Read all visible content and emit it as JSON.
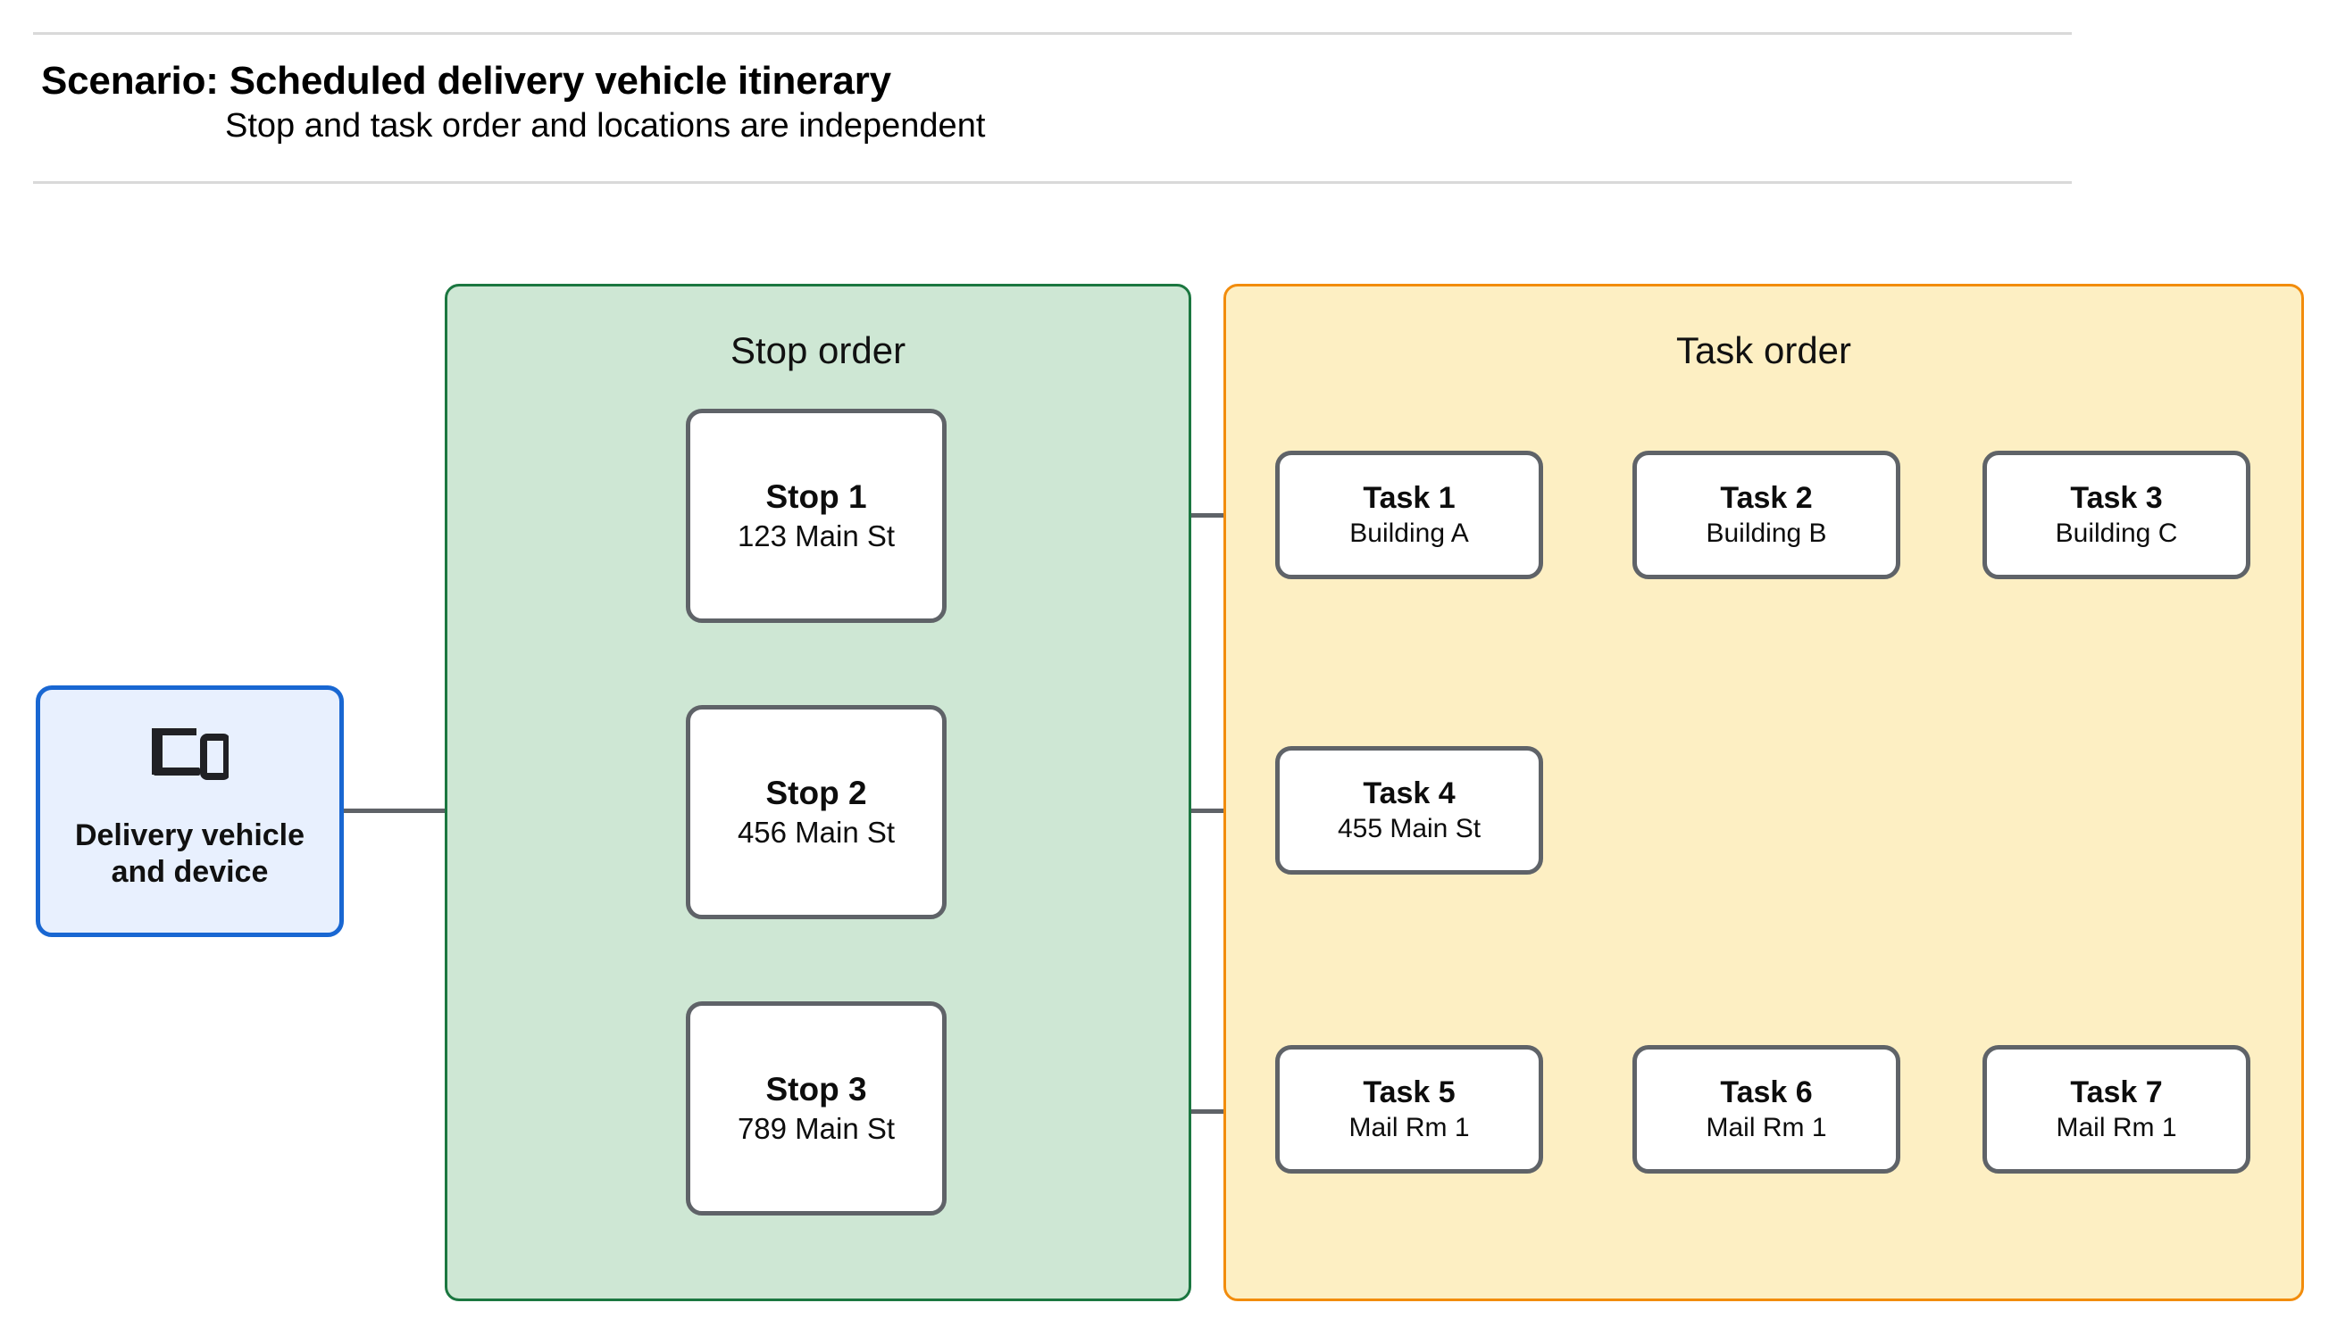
{
  "header": {
    "title": "Scenario: Scheduled delivery vehicle itinerary",
    "subtitle": "Stop and task order and locations are independent"
  },
  "device": {
    "icon": "devices-icon",
    "label_line1": "Delivery vehicle",
    "label_line2": "and device"
  },
  "lanes": {
    "stop": {
      "title": "Stop order",
      "fill": "#cee7d4",
      "border": "#1b7740"
    },
    "task": {
      "title": "Task order",
      "fill": "#fdefc3",
      "border": "#f28c0c"
    }
  },
  "stops": [
    {
      "title": "Stop 1",
      "address": "123 Main St"
    },
    {
      "title": "Stop 2",
      "address": "456 Main St"
    },
    {
      "title": "Stop 3",
      "address": "789 Main St"
    }
  ],
  "task_rows": [
    [
      {
        "title": "Task 1",
        "location": "Building A"
      },
      {
        "title": "Task 2",
        "location": "Building B"
      },
      {
        "title": "Task 3",
        "location": "Building C"
      }
    ],
    [
      {
        "title": "Task 4",
        "location": "455 Main St"
      }
    ],
    [
      {
        "title": "Task 5",
        "location": "Mail Rm 1"
      },
      {
        "title": "Task 6",
        "location": "Mail Rm 1"
      },
      {
        "title": "Task 7",
        "location": "Mail Rm 1"
      }
    ]
  ],
  "colors": {
    "connector": "#5f6368",
    "node_border": "#5f6368",
    "device_border": "#1967d2",
    "device_fill": "#e8f0fe",
    "rule": "#d9d9d9"
  }
}
